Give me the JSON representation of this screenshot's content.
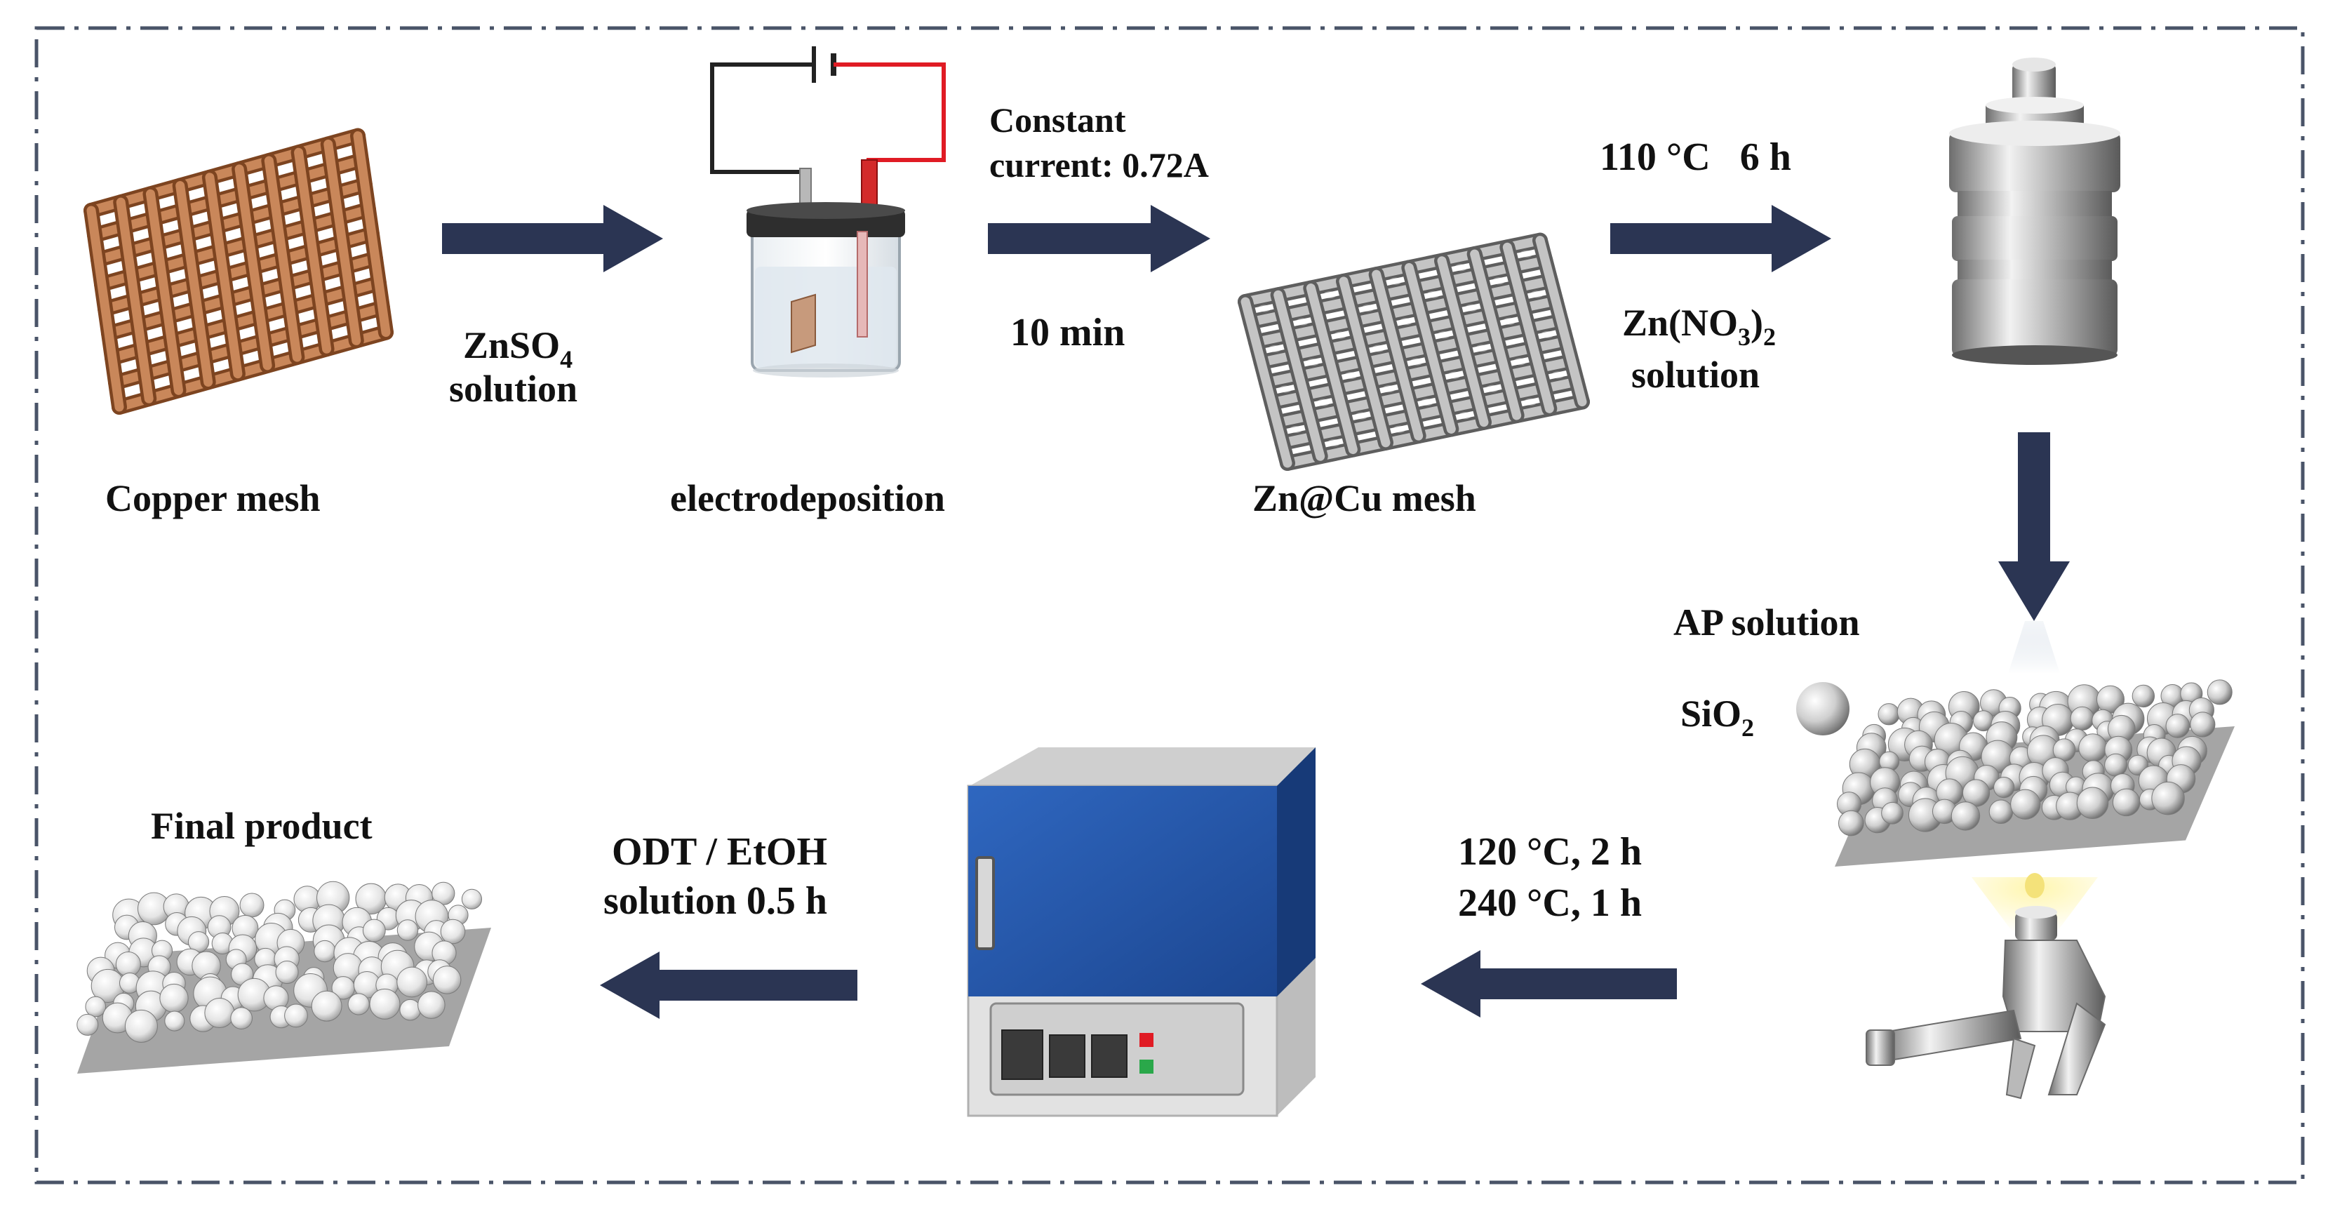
{
  "colors": {
    "arrow": "#2b3553",
    "frame": "#4a5468",
    "copper_dark": "#9a5a30",
    "copper_light": "#d9a074",
    "zinc_dark": "#6f6f6f",
    "zinc_light": "#d8d8d8",
    "oven_blue": "#2556a6",
    "oven_grey": "#dcdcdc",
    "wire_red": "#e01b24",
    "wire_black": "#222222"
  },
  "labels": {
    "copper_mesh": "Copper mesh",
    "electrodeposition": "electrodeposition",
    "zn_cu_mesh": "Zn@Cu mesh",
    "znso4_main": "ZnSO",
    "znso4_sub": "4",
    "znso4_solution": "solution",
    "constant_current_line1": "Constant",
    "constant_current_line2": "current: 0.72A",
    "ten_min": "10 min",
    "temp_110": "110 °C   6 h",
    "zn_no3_main": "Zn(NO",
    "zn_no3_sub1": "3",
    "zn_no3_paren": ")",
    "zn_no3_sub2": "2",
    "zn_no3_solution": "solution",
    "ap_solution": "AP solution",
    "sio2_main": "SiO",
    "sio2_sub": "2",
    "anneal_line1": "120 °C, 2 h",
    "anneal_line2": "240 °C, 1 h",
    "odt_line1": "ODT / EtOH",
    "odt_line2": "solution 0.5 h",
    "final_product": "Final product"
  },
  "icons": {
    "copper_mesh": "copper-mesh-icon",
    "electro_cell": "electrodeposition-cell-icon",
    "zinc_mesh": "zinc-coated-mesh-icon",
    "autoclave": "autoclave-icon",
    "coated_mesh": "sio2-coated-mesh-icon",
    "spray_gun": "spray-gun-icon",
    "furnace": "muffle-furnace-icon",
    "final_mesh": "final-product-mesh-icon"
  }
}
